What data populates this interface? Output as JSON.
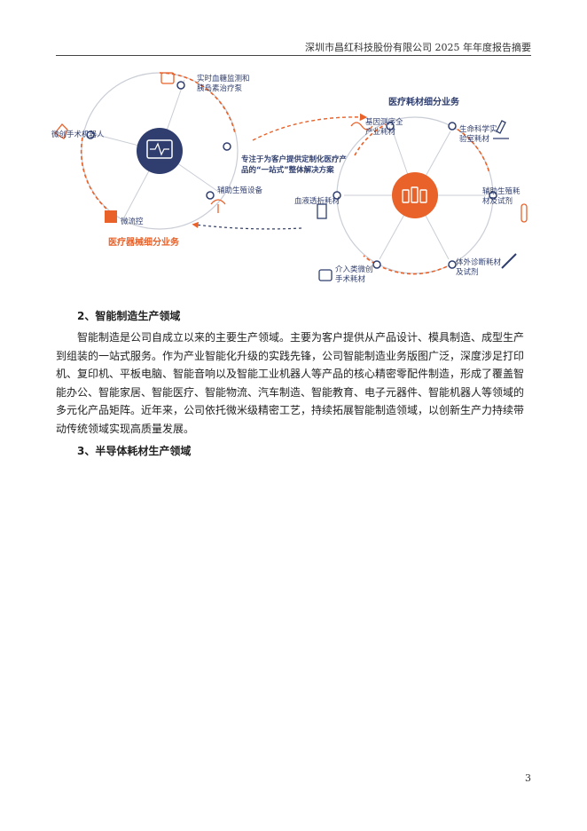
{
  "header": {
    "title": "深圳市昌红科技股份有限公司 2025 年年度报告摘要"
  },
  "diagram": {
    "left_cycle_title": "医疗器械细分业务",
    "left_items": {
      "monitoring": [
        "实时血糖监测和",
        "胰岛素治疗泵"
      ],
      "surgical_robot": "微创手术机器人",
      "reproduction": "辅助生殖设备",
      "microfluidics": "微流控"
    },
    "center_caption": [
      "专注于为客户提供定制化医疗产",
      "品的“一站式”整体解决方案"
    ],
    "right_cycle_title": "医疗耗材细分业务",
    "right_items": {
      "gene": [
        "基因测序全",
        "产业耗材"
      ],
      "lab": [
        "生命科学实",
        "验室耗材"
      ],
      "repro_consumables": [
        "辅助生殖耗",
        "材及试剂"
      ],
      "ivd": [
        "体外诊断耗材",
        "及试剂"
      ],
      "interventional": [
        "介入类微创",
        "手术耗材"
      ],
      "blood": "血液透析耗材"
    },
    "colors": {
      "orange": "#e8622a",
      "navy": "#2f3e6e",
      "gray": "#b7bcc6"
    }
  },
  "section2": {
    "heading": "2、智能制造生产领域",
    "paragraph": "智能制造是公司自成立以来的主要生产领域。主要为客户提供从产品设计、模具制造、成型生产到组装的一站式服务。作为产业智能化升级的实践先锋，公司智能制造业务版图广泛，深度涉足打印机、复印机、平板电脑、智能音响以及智能工业机器人等产品的核心精密零配件制造，形成了覆盖智能办公、智能家居、智能医疗、智能物流、汽车制造、智能教育、电子元器件、智能机器人等领域的多元化产品矩阵。近年来，公司依托微米级精密工艺，持续拓展智能制造领域，以创新生产力持续带动传统领域实现高质量发展。"
  },
  "section3": {
    "heading": "3、半导体耗材生产领域"
  },
  "footer": {
    "page_number": "3"
  }
}
